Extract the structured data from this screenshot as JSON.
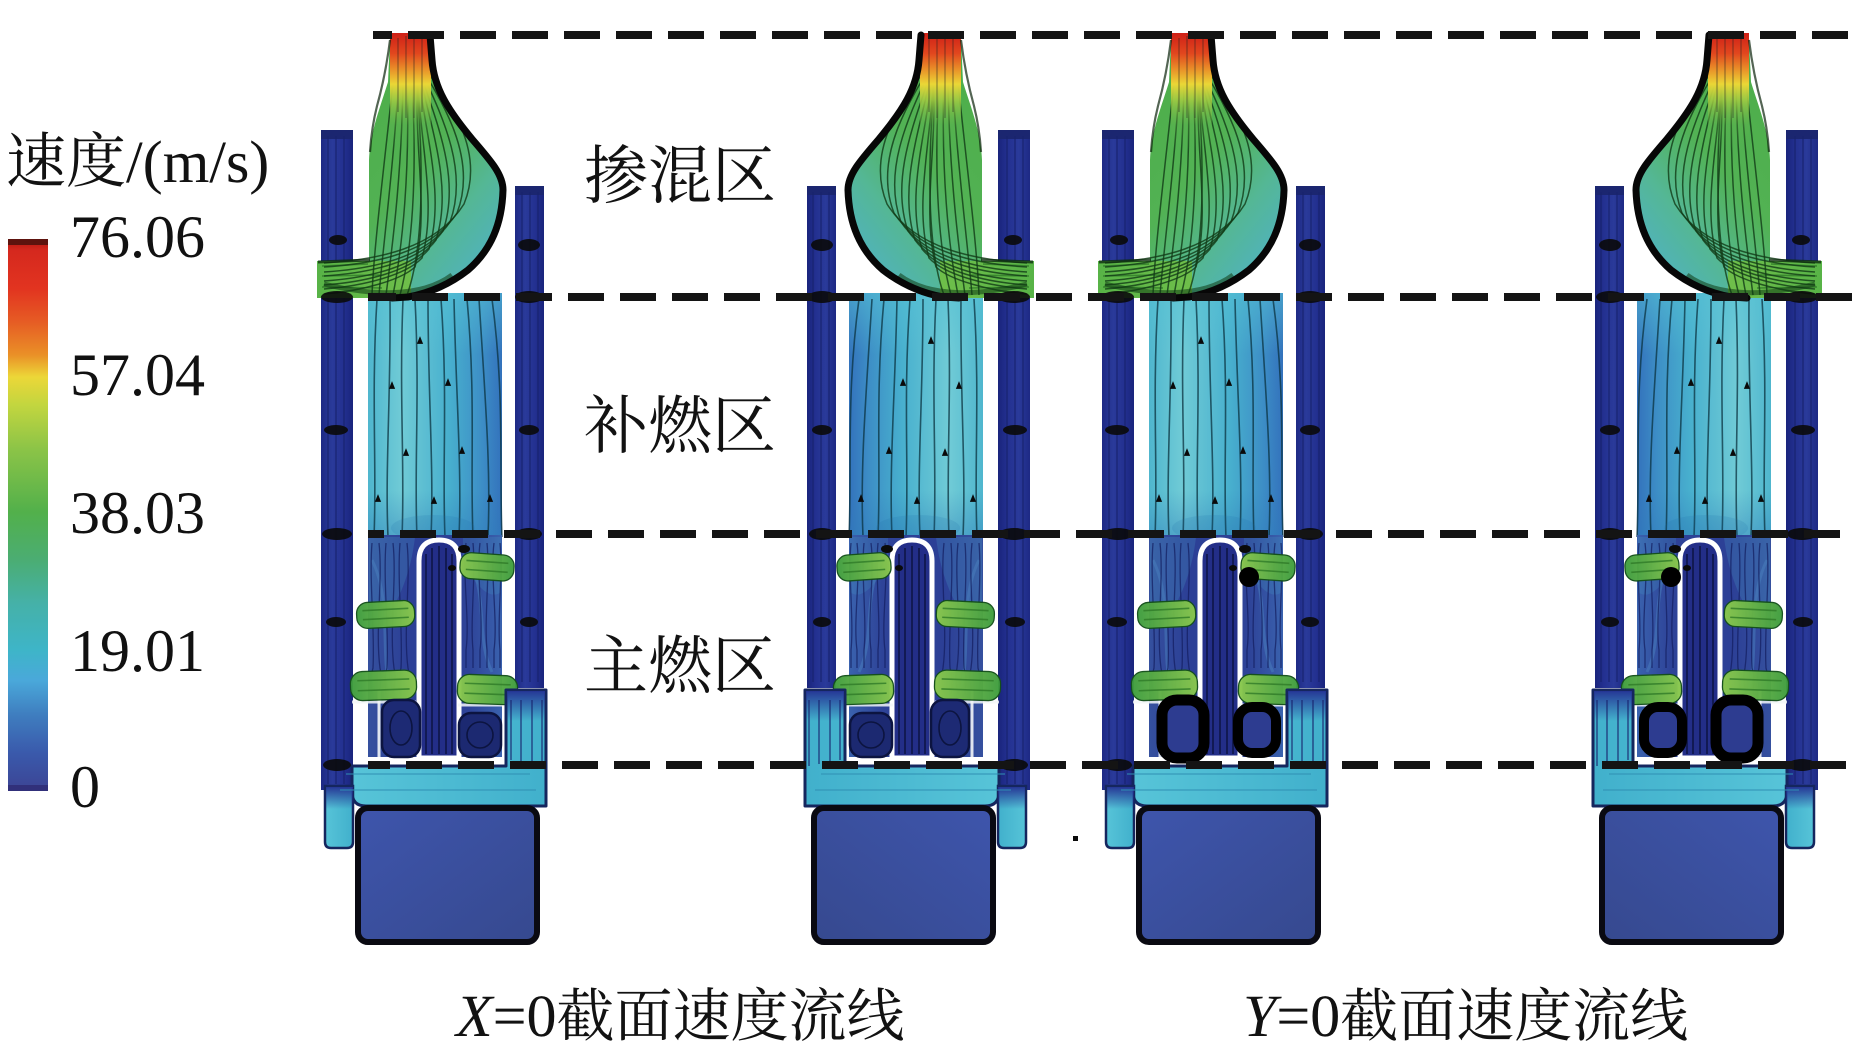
{
  "figure": {
    "background": "#ffffff",
    "colorbar": {
      "title": "速度/(m/s)",
      "unit": "m/s",
      "ticks": [
        "76.06",
        "57.04",
        "38.03",
        "19.01",
        "0"
      ],
      "gradient_top_to_bottom": [
        "#c01710",
        "#e23320",
        "#e86a25",
        "#ecd738",
        "#8cc447",
        "#52b04b",
        "#47ab8b",
        "#3eb5c8",
        "#4fa0d2",
        "#3a66b2",
        "#3c4596"
      ]
    },
    "zones": [
      {
        "label": "掺混区"
      },
      {
        "label": "补燃区"
      },
      {
        "label": "主燃区"
      }
    ],
    "captions": [
      {
        "label": "X=0截面速度流线"
      },
      {
        "label": "Y=0截面速度流线"
      }
    ],
    "panels": [
      {
        "caption_group": "X=0截面速度流线",
        "position": "left"
      },
      {
        "caption_group": "X=0截面速度流线",
        "position": "right",
        "mirrored": true
      },
      {
        "caption_group": "Y=0截面速度流线",
        "position": "left"
      },
      {
        "caption_group": "Y=0截面速度流线",
        "position": "right",
        "mirrored": true
      }
    ]
  },
  "chart_data": {
    "type": "heatmap",
    "title": "",
    "colorbar_label": "速度/(m/s)",
    "colorbar_ticks": [
      76.06,
      57.04,
      38.03,
      19.01,
      0
    ],
    "value_range": [
      0,
      76.06
    ],
    "colormap": "jet (red=76.06 m/s ... blue=0 m/s)",
    "zones_top_to_bottom": [
      "掺混区",
      "补燃区",
      "主燃区"
    ],
    "panel_captions": [
      "X=0截面速度流线",
      "Y=0截面速度流线"
    ],
    "panels_per_caption": 2,
    "content": "CFD velocity streamline contours of a combustor: four vertical combustor sections (two mirrored pairs), flow accelerating from 0 m/s (blue, bottom plenum) to 76.06 m/s (red, top nozzle exit)"
  }
}
